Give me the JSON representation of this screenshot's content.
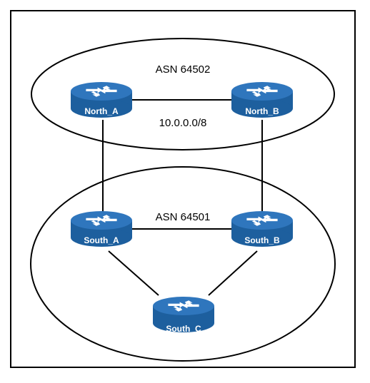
{
  "colors": {
    "router_top": "#2f76bd",
    "router_side": "#1d5f9e",
    "router_label": "#ffffff",
    "line": "#000000",
    "background": "#ffffff"
  },
  "labels": {
    "asn_north": "ASN 64502",
    "prefix": "10.0.0.0/8",
    "asn_south": "ASN 64501"
  },
  "routers": {
    "north_a": "North_A",
    "north_b": "North_B",
    "south_a": "South_A",
    "south_b": "South_B",
    "south_c": "South_C"
  },
  "icons": {
    "router": "router-icon"
  }
}
